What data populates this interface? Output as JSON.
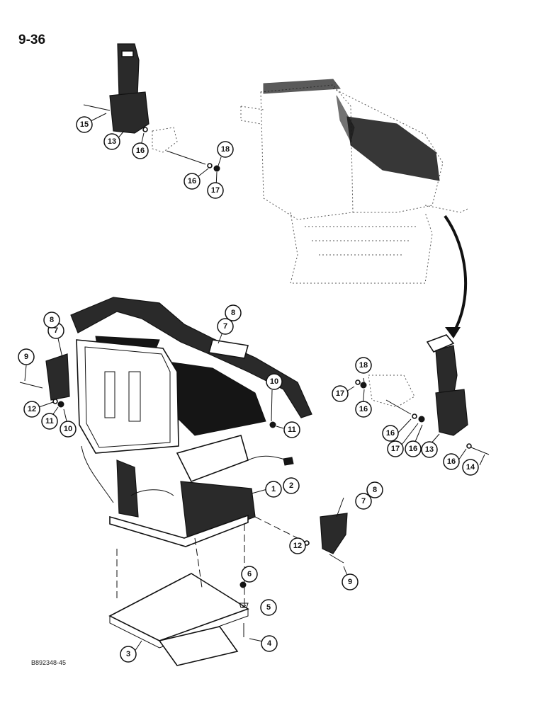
{
  "header": {
    "page_number": "9-36"
  },
  "footer": {
    "document_code": "B892348-45"
  },
  "callouts": [
    {
      "label": "1"
    },
    {
      "label": "2"
    },
    {
      "label": "3"
    },
    {
      "label": "4"
    },
    {
      "label": "5"
    },
    {
      "label": "6"
    },
    {
      "label": "7"
    },
    {
      "label": "8"
    },
    {
      "label": "9"
    },
    {
      "label": "10"
    },
    {
      "label": "11"
    },
    {
      "label": "12"
    },
    {
      "label": "13"
    },
    {
      "label": "14"
    },
    {
      "label": "15"
    },
    {
      "label": "16"
    },
    {
      "label": "17"
    },
    {
      "label": "18"
    }
  ]
}
